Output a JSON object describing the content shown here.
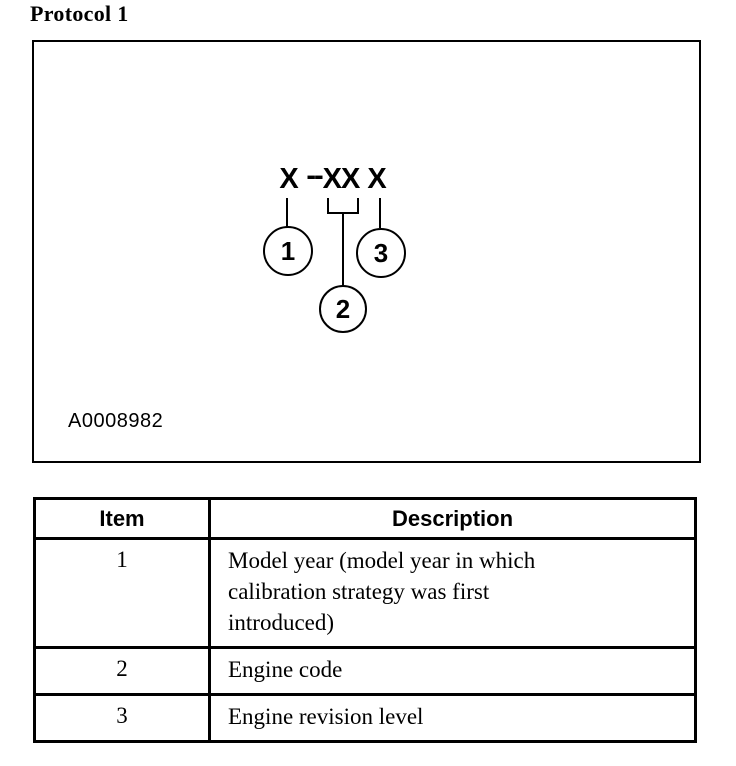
{
  "page": {
    "title": "Protocol 1"
  },
  "colors": {
    "ink": "#000000",
    "background": "#ffffff"
  },
  "figure": {
    "label": "A0008982",
    "code": {
      "first": "X",
      "dash": "--",
      "middle": "XX",
      "last": "X"
    },
    "callouts": [
      {
        "number": "1"
      },
      {
        "number": "2"
      },
      {
        "number": "3"
      }
    ]
  },
  "table": {
    "headers": [
      "Item",
      "Description"
    ],
    "rows": [
      {
        "item": "1",
        "description": "Model year (model year in which\ncalibration strategy was first\nintroduced)"
      },
      {
        "item": "2",
        "description": "Engine code"
      },
      {
        "item": "3",
        "description": "Engine revision level"
      }
    ]
  }
}
